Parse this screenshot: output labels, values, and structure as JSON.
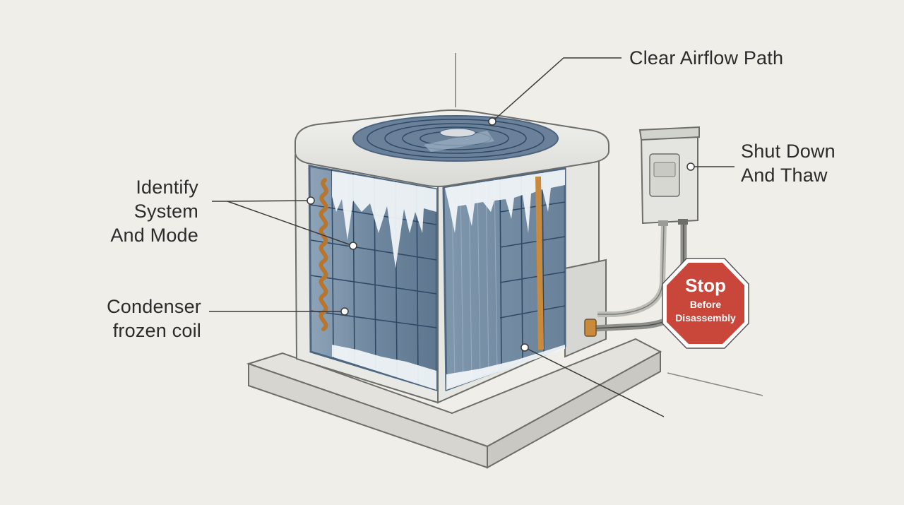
{
  "labels": {
    "airflow": "Clear Airflow Path",
    "shutdown_line1": "Shut Down",
    "shutdown_line2": "And Thaw",
    "identify_line1": "Identify System",
    "identify_line2": "And Mode",
    "condenser_line1": "Condenser",
    "condenser_line2": "frozen coil"
  },
  "stop_sign": {
    "title": "Stop",
    "line1": "Before",
    "line2": "Disassembly",
    "color": "#c9463b"
  },
  "colors": {
    "background": "#efeee8",
    "coil": "#6d87a3",
    "frost": "#f4f8fb",
    "copper": "#c98a3c",
    "casing": "#e6e6e2"
  }
}
